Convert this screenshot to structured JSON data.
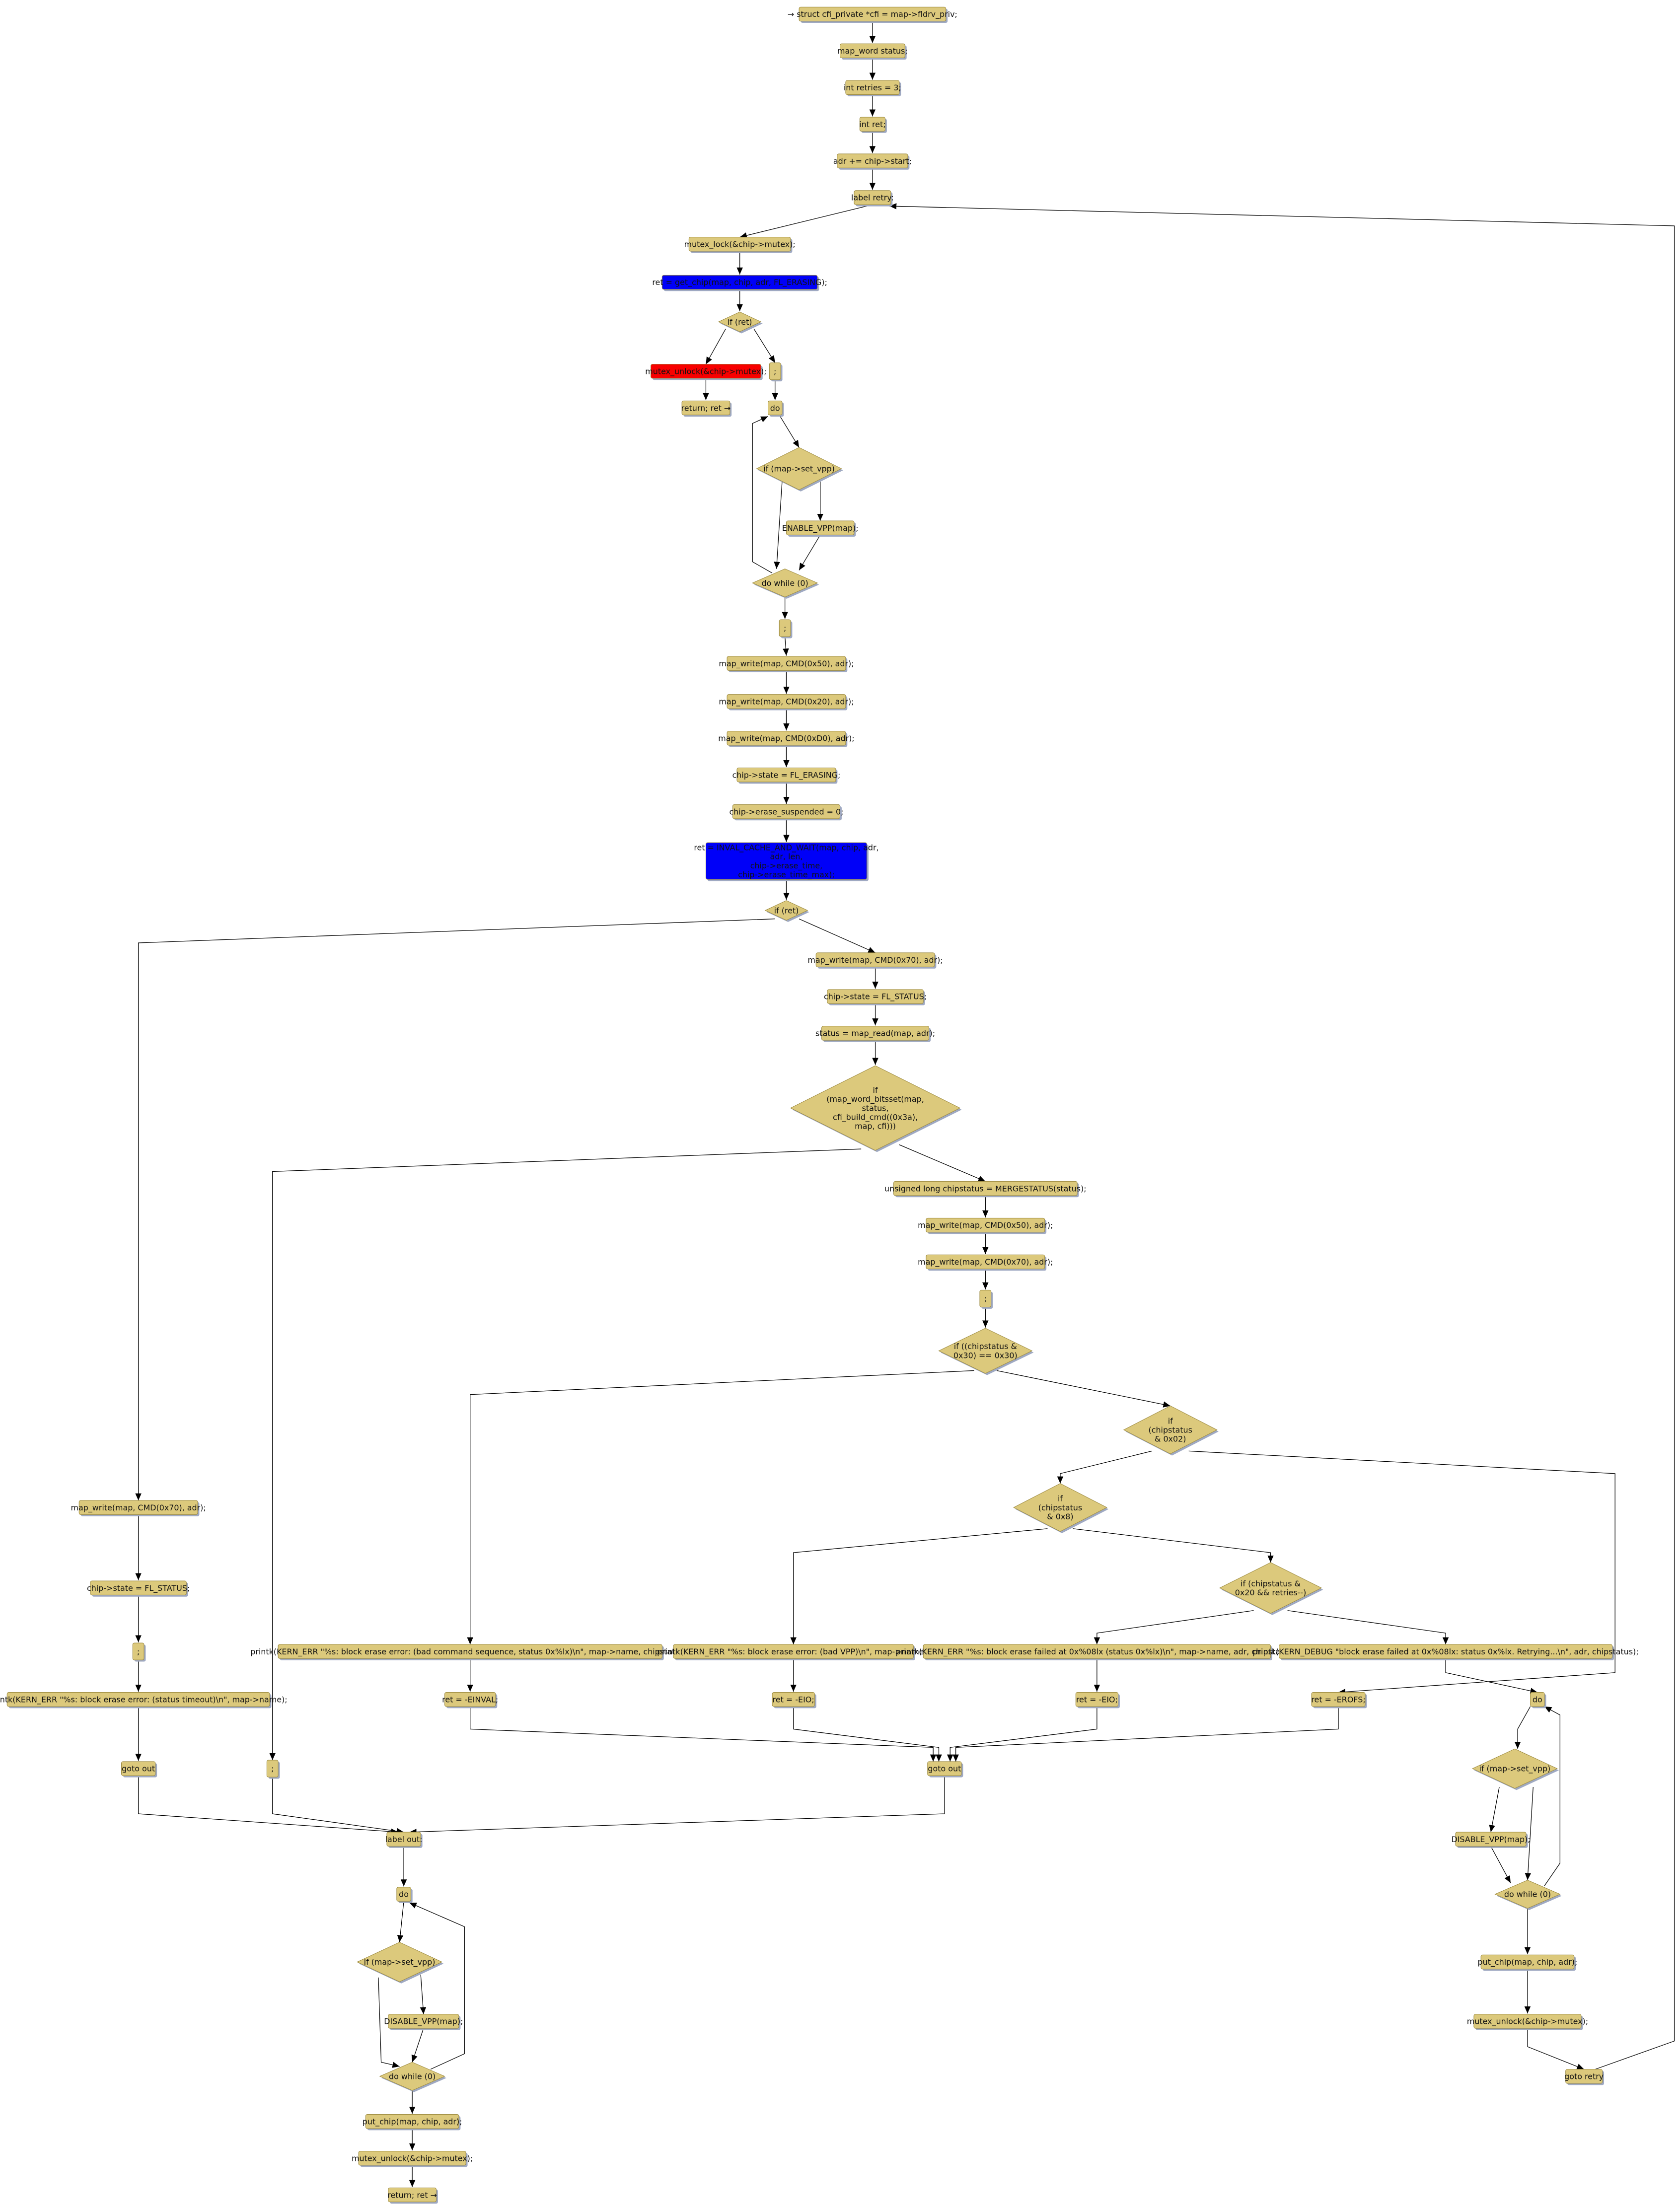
{
  "colors": {
    "normal": "#dcc97c",
    "blue": "#0000f8",
    "red": "#f80000",
    "border": "#9c8a40",
    "shadow": "#9fa9c2"
  },
  "nodes": {
    "n0": {
      "lines": [
        "→ struct cfi_private *cfi = map->fldrv_priv;"
      ],
      "style": "normal"
    },
    "n1": {
      "lines": [
        "map_word status;"
      ],
      "style": "normal"
    },
    "n2": {
      "lines": [
        "int retries = 3;"
      ],
      "style": "normal"
    },
    "n3": {
      "lines": [
        "int ret;"
      ],
      "style": "normal"
    },
    "n4": {
      "lines": [
        "adr += chip->start;"
      ],
      "style": "normal"
    },
    "n5": {
      "lines": [
        "label retry:"
      ],
      "style": "normal"
    },
    "n6": {
      "lines": [
        "mutex_lock(&chip->mutex);"
      ],
      "style": "normal"
    },
    "n7": {
      "lines": [
        "ret = get_chip(map, chip, adr, FL_ERASING);"
      ],
      "style": "blue"
    },
    "d0": {
      "lines": [
        "if (ret)"
      ],
      "style": "normal"
    },
    "n8": {
      "lines": [
        "mutex_unlock(&chip->mutex);"
      ],
      "style": "red"
    },
    "n9": {
      "lines": [
        "return; ret →"
      ],
      "style": "normal"
    },
    "n10": {
      "lines": [
        ";"
      ],
      "style": "normal"
    },
    "n11": {
      "lines": [
        "do"
      ],
      "style": "normal"
    },
    "d1": {
      "lines": [
        "if (map->set_vpp)"
      ],
      "style": "normal"
    },
    "n12": {
      "lines": [
        "ENABLE_VPP(map);"
      ],
      "style": "normal"
    },
    "d2": {
      "lines": [
        "do while (0)"
      ],
      "style": "normal"
    },
    "n13": {
      "lines": [
        ";"
      ],
      "style": "normal"
    },
    "n14": {
      "lines": [
        "map_write(map, CMD(0x50), adr);"
      ],
      "style": "normal"
    },
    "n15": {
      "lines": [
        "map_write(map, CMD(0x20), adr);"
      ],
      "style": "normal"
    },
    "n16": {
      "lines": [
        "map_write(map, CMD(0xD0), adr);"
      ],
      "style": "normal"
    },
    "n17": {
      "lines": [
        "chip->state = FL_ERASING;"
      ],
      "style": "normal"
    },
    "n18": {
      "lines": [
        "chip->erase_suspended = 0;"
      ],
      "style": "normal"
    },
    "n19": {
      "lines": [
        "ret = INVAL_CACHE_AND_WAIT(map, chip, adr,",
        "adr, len,",
        "chip->erase_time,",
        "chip->erase_time_max);"
      ],
      "style": "blue"
    },
    "d3": {
      "lines": [
        "if (ret)"
      ],
      "style": "normal"
    },
    "n20": {
      "lines": [
        "map_write(map, CMD(0x70), adr);"
      ],
      "style": "normal"
    },
    "n21": {
      "lines": [
        "chip->state = FL_STATUS;"
      ],
      "style": "normal"
    },
    "n22": {
      "lines": [
        "status = map_read(map, adr);"
      ],
      "style": "normal"
    },
    "d4": {
      "lines": [
        "if",
        "(map_word_bitsset(map,",
        "status,",
        "cfi_build_cmd((0x3a),",
        "map, cfi)))"
      ],
      "style": "normal"
    },
    "n23": {
      "lines": [
        "unsigned long chipstatus = MERGESTATUS(status);"
      ],
      "style": "normal"
    },
    "n24": {
      "lines": [
        "map_write(map, CMD(0x50), adr);"
      ],
      "style": "normal"
    },
    "n25": {
      "lines": [
        "map_write(map, CMD(0x70), adr);"
      ],
      "style": "normal"
    },
    "n26": {
      "lines": [
        ";"
      ],
      "style": "normal"
    },
    "d5": {
      "lines": [
        "if ((chipstatus &",
        "0x30) == 0x30)"
      ],
      "style": "normal"
    },
    "d6": {
      "lines": [
        "if",
        "(chipstatus",
        "& 0x02)"
      ],
      "style": "normal"
    },
    "d7": {
      "lines": [
        "if",
        "(chipstatus",
        "& 0x8)"
      ],
      "style": "normal"
    },
    "d8": {
      "lines": [
        "if (chipstatus &",
        "0x20 && retries--)"
      ],
      "style": "normal"
    },
    "n27": {
      "lines": [
        "printk(KERN_ERR \"%s: block erase error: (bad command sequence, status 0x%lx)\\n\", map->name, chipstatus);"
      ],
      "style": "normal"
    },
    "n28": {
      "lines": [
        "printk(KERN_ERR \"%s: block erase error: (bad VPP)\\n\", map->name);"
      ],
      "style": "normal"
    },
    "n29": {
      "lines": [
        "printk(KERN_ERR \"%s: block erase failed at 0x%08lx (status 0x%lx)\\n\", map->name, adr, chipstatus);"
      ],
      "style": "normal"
    },
    "n30": {
      "lines": [
        "printk(KERN_DEBUG \"block erase failed at 0x%08lx: status 0x%lx. Retrying...\\n\", adr, chipstatus);"
      ],
      "style": "normal"
    },
    "n31": {
      "lines": [
        "ret = -EINVAL;"
      ],
      "style": "normal"
    },
    "n32": {
      "lines": [
        "ret = -EIO;"
      ],
      "style": "normal"
    },
    "n33": {
      "lines": [
        "ret = -EIO;"
      ],
      "style": "normal"
    },
    "n34": {
      "lines": [
        "ret = -EROFS;"
      ],
      "style": "normal"
    },
    "n35": {
      "lines": [
        "goto out"
      ],
      "style": "normal"
    },
    "n36": {
      "lines": [
        "do"
      ],
      "style": "normal"
    },
    "d9": {
      "lines": [
        "if (map->set_vpp)"
      ],
      "style": "normal"
    },
    "n37": {
      "lines": [
        "DISABLE_VPP(map);"
      ],
      "style": "normal"
    },
    "d10": {
      "lines": [
        "do while (0)"
      ],
      "style": "normal"
    },
    "n38": {
      "lines": [
        "put_chip(map, chip, adr);"
      ],
      "style": "normal"
    },
    "n39": {
      "lines": [
        "mutex_unlock(&chip->mutex);"
      ],
      "style": "normal"
    },
    "n40": {
      "lines": [
        "goto retry"
      ],
      "style": "normal"
    },
    "n41": {
      "lines": [
        "map_write(map, CMD(0x70), adr);"
      ],
      "style": "normal"
    },
    "n42": {
      "lines": [
        "chip->state = FL_STATUS;"
      ],
      "style": "normal"
    },
    "n43": {
      "lines": [
        ";"
      ],
      "style": "normal"
    },
    "n44": {
      "lines": [
        "printk(KERN_ERR \"%s: block erase error: (status timeout)\\n\", map->name);"
      ],
      "style": "normal"
    },
    "n45": {
      "lines": [
        "goto out"
      ],
      "style": "normal"
    },
    "n46": {
      "lines": [
        ";"
      ],
      "style": "normal"
    },
    "n47": {
      "lines": [
        "label out:"
      ],
      "style": "normal"
    },
    "n48": {
      "lines": [
        "do"
      ],
      "style": "normal"
    },
    "d11": {
      "lines": [
        "if (map->set_vpp)"
      ],
      "style": "normal"
    },
    "n49": {
      "lines": [
        "DISABLE_VPP(map);"
      ],
      "style": "normal"
    },
    "d12": {
      "lines": [
        "do while (0)"
      ],
      "style": "normal"
    },
    "n50": {
      "lines": [
        "put_chip(map, chip, adr);"
      ],
      "style": "normal"
    },
    "n51": {
      "lines": [
        "mutex_unlock(&chip->mutex);"
      ],
      "style": "normal"
    },
    "n52": {
      "lines": [
        "return; ret →"
      ],
      "style": "normal"
    }
  }
}
